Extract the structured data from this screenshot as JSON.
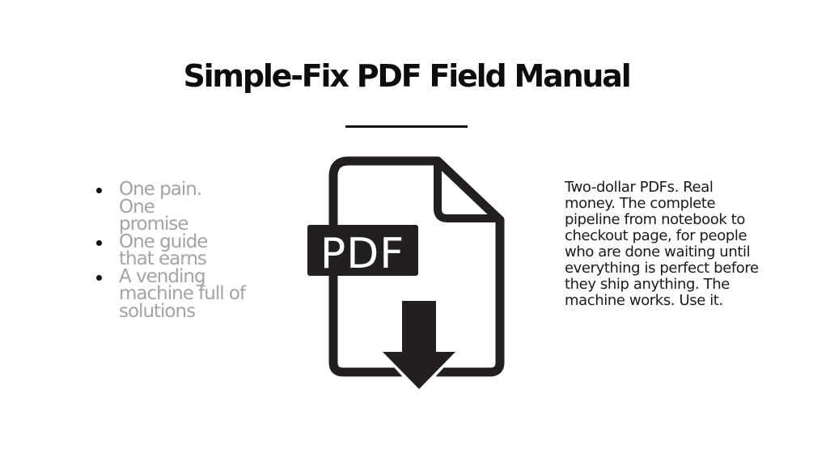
{
  "slide": {
    "title": "Simple-Fix PDF Field Manual",
    "bullets": [
      "One pain. One promise",
      "One guide that earns",
      "A vending machine full of solutions"
    ],
    "paragraph": "Two-dollar PDFs. Real money. The complete pipeline from notebook to checkout page, for people who are done waiting until everything is perfect before they ship anything. The machine works. Use it.",
    "icon": {
      "name": "pdf-download-icon",
      "label": "PDF"
    }
  },
  "colors": {
    "background": "#ffffff",
    "title": "#0d0d0d",
    "bullet_text": "#a3a3a3",
    "paragraph_text": "#1a1a1a",
    "icon": "#231f20"
  }
}
